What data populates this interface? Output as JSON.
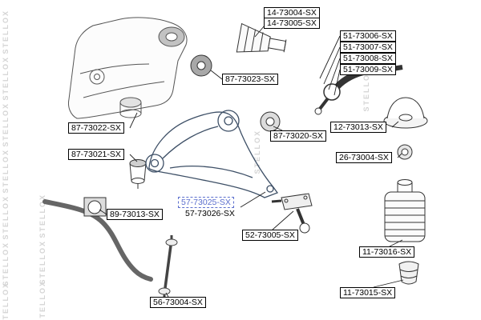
{
  "watermark": {
    "text": "STELLOX",
    "color": "#d4d4d4"
  },
  "colors": {
    "highlight": "#5c6fce",
    "label_border": "#000000",
    "line": "#222222"
  },
  "labels": {
    "cv_boot_a": "14-73004-SX",
    "cv_boot_b": "14-73005-SX",
    "tie_rod_a": "51-73006-SX",
    "tie_rod_b": "51-73007-SX",
    "tie_rod_c": "51-73008-SX",
    "tie_rod_d": "51-73009-SX",
    "subframe_bushing_top": "87-73023-SX",
    "subframe_bushing_front": "87-73022-SX",
    "subframe_bushing_rear": "87-73021-SX",
    "strut_bearing": "12-73013-SX",
    "arm_rear_bushing": "87-73020-SX",
    "small_bushing": "26-73004-SX",
    "control_arm_selected": "57-73025-SX",
    "control_arm_alt": "57-73026-SX",
    "stabilizer_bushing": "89-73013-SX",
    "ball_joint": "52-73005-SX",
    "shock_boot": "11-73016-SX",
    "bump_stop": "11-73015-SX",
    "stabilizer_link": "56-73004-SX"
  }
}
